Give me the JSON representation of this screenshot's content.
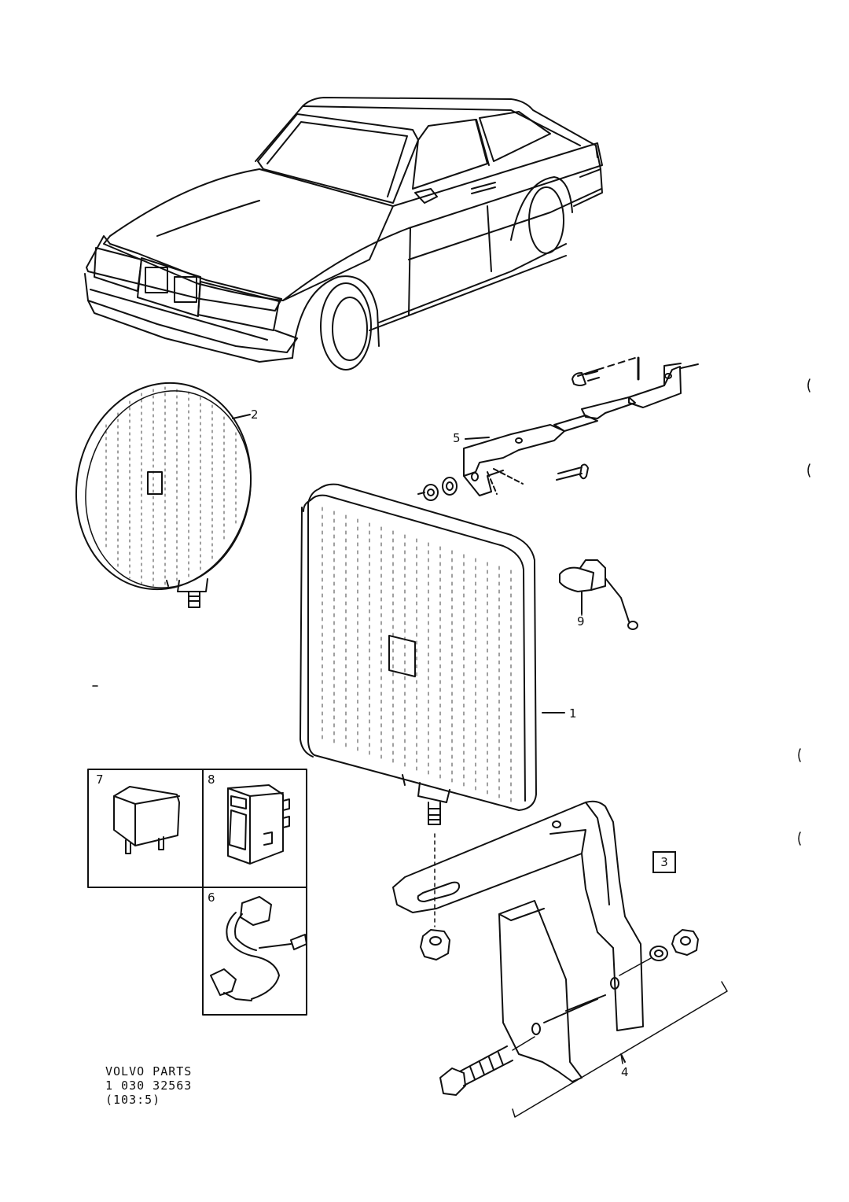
{
  "labels": {
    "l1": "1",
    "l2": "2",
    "l3": "3",
    "l4": "4",
    "l5": "5",
    "l6": "6",
    "l7": "7",
    "l8": "8",
    "l9": "9"
  },
  "caption": {
    "line1": "VOLVO PARTS",
    "line2": "1 030 32563",
    "line3": "(103:5)"
  }
}
